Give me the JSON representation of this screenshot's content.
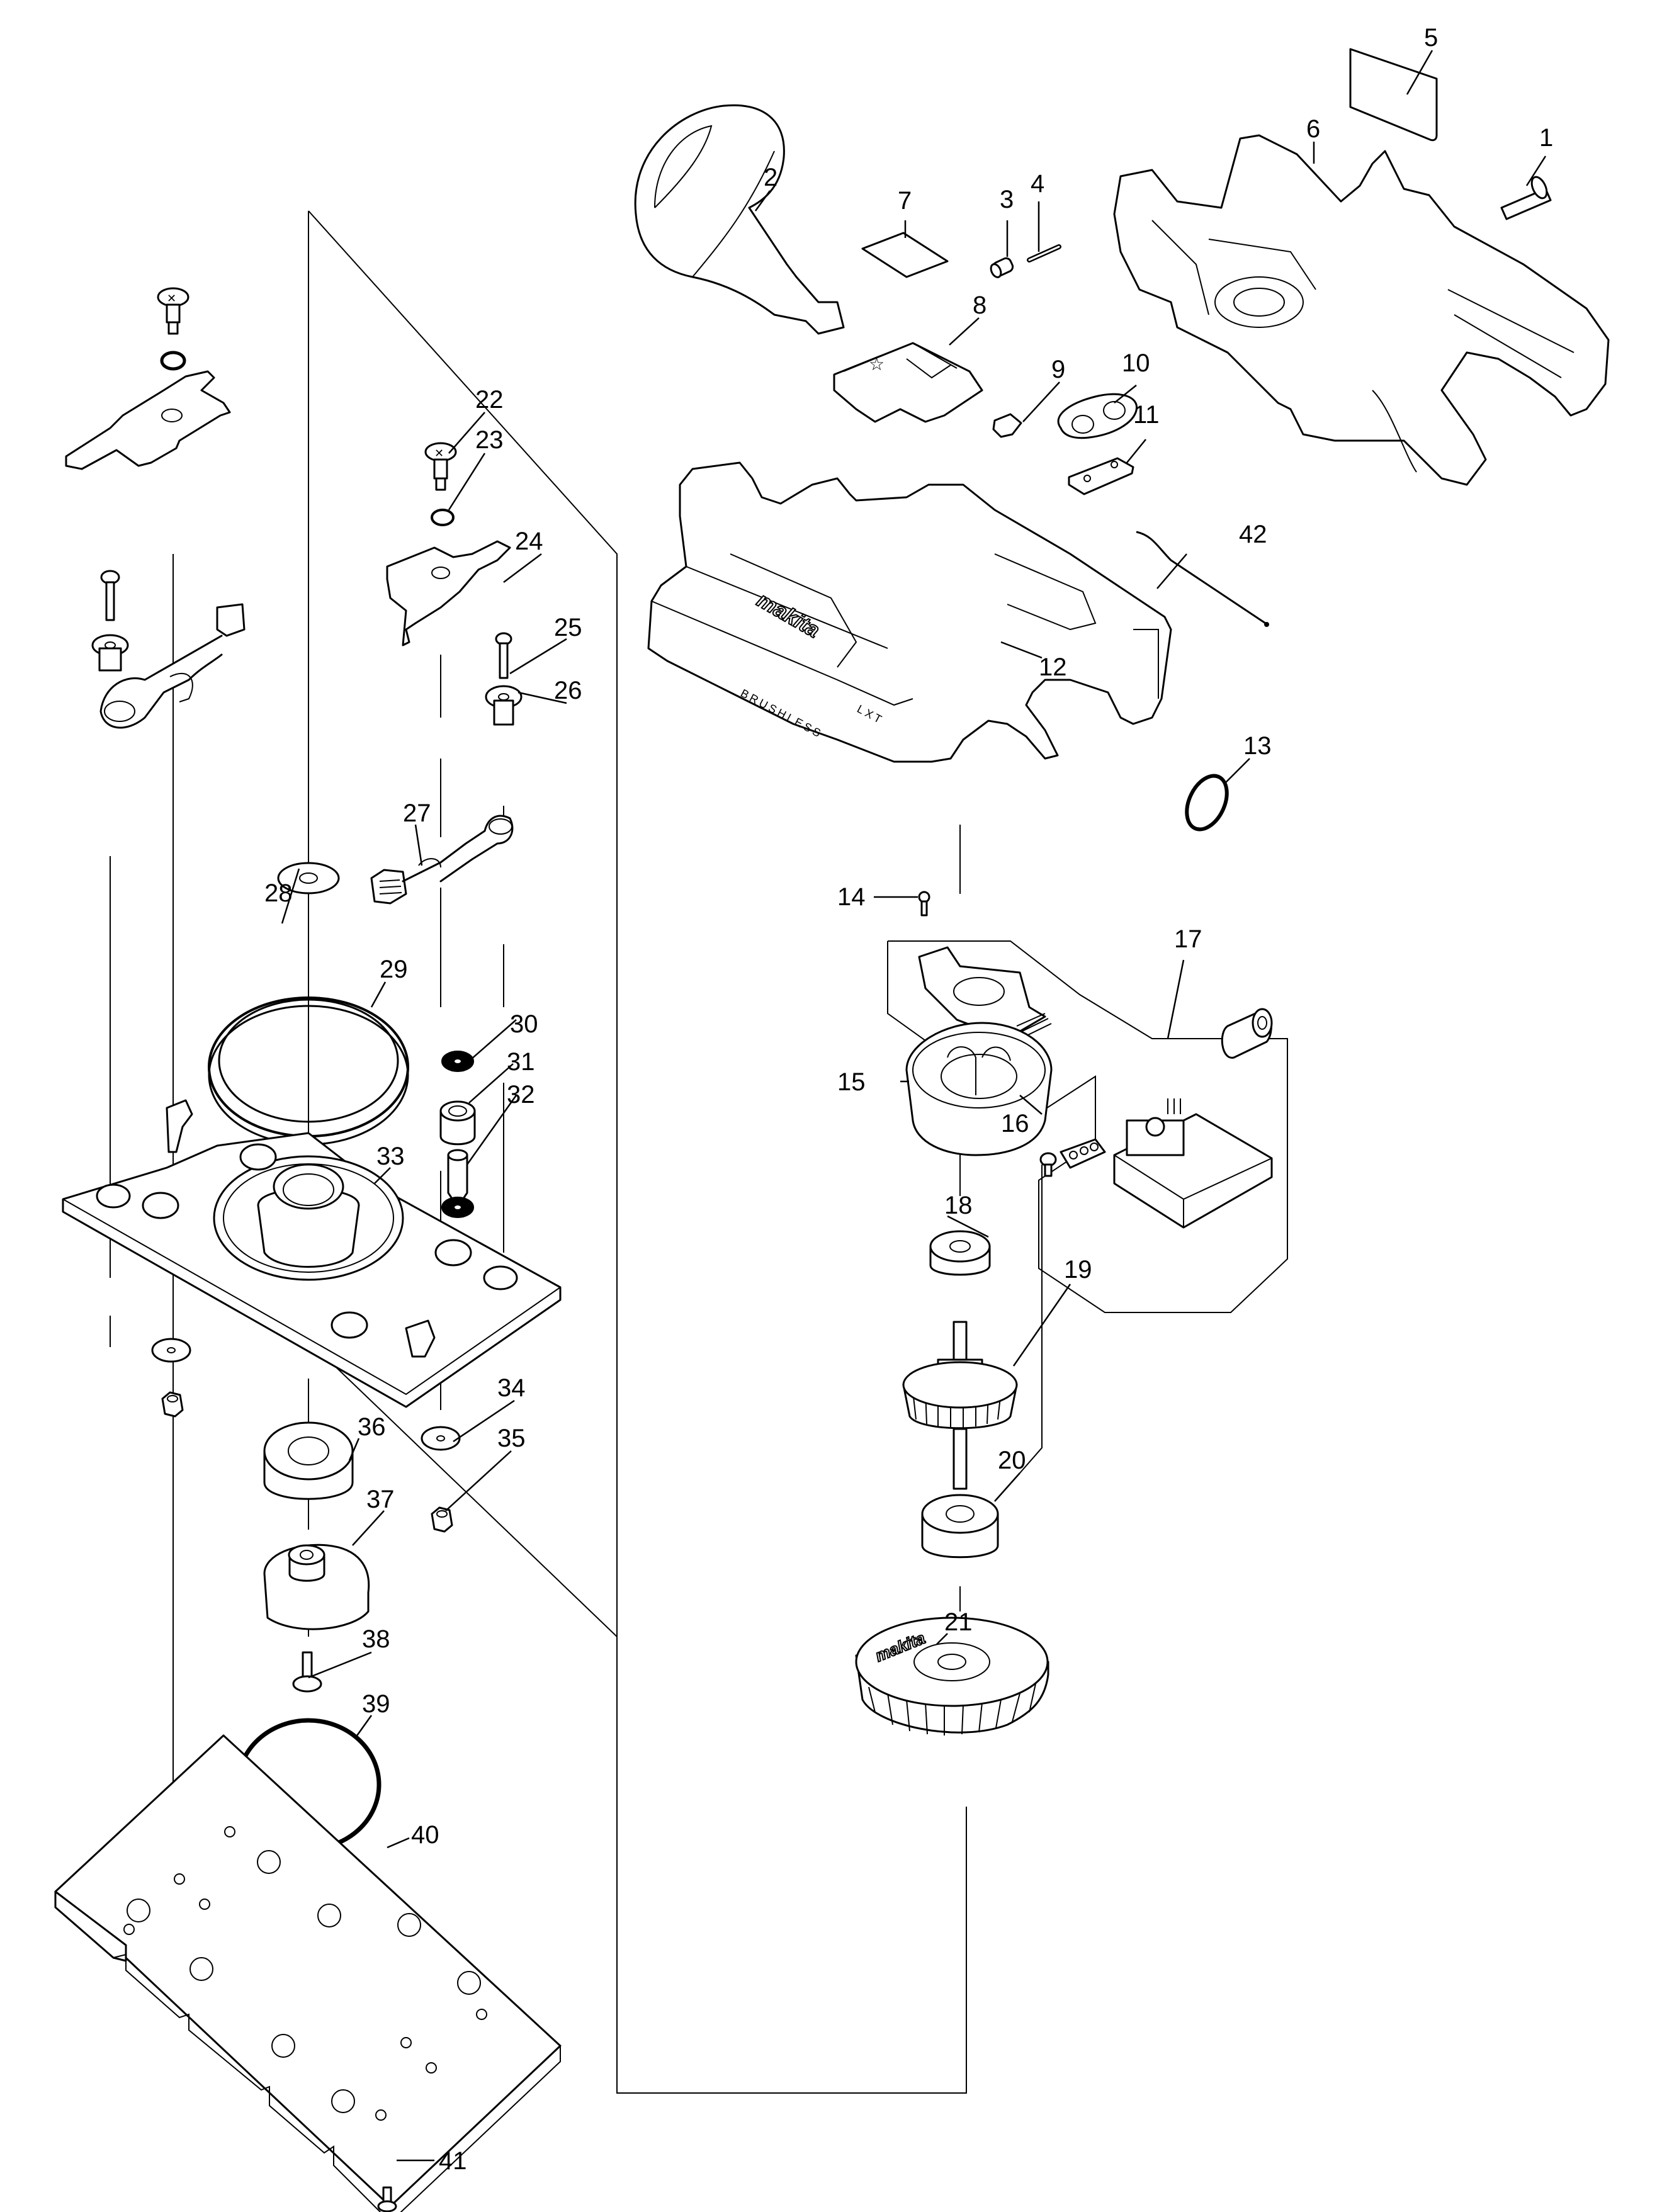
{
  "diagram": {
    "type": "exploded-parts-diagram",
    "brand_marks": {
      "logo_text": "makita",
      "battery_mark": "LXT",
      "motor_text": "BRUSHLESS"
    },
    "callouts": [
      {
        "id": "1",
        "label": "1",
        "part": "tapping-screw"
      },
      {
        "id": "2",
        "label": "2",
        "part": "front-grip-knob"
      },
      {
        "id": "3",
        "label": "3",
        "part": "compression-spring-sleeve"
      },
      {
        "id": "4",
        "label": "4",
        "part": "pin"
      },
      {
        "id": "5",
        "label": "5",
        "part": "name-plate"
      },
      {
        "id": "6",
        "label": "6",
        "part": "housing-set-half"
      },
      {
        "id": "7",
        "label": "7",
        "part": "label-plate"
      },
      {
        "id": "8",
        "label": "8",
        "part": "switch-unit"
      },
      {
        "id": "9",
        "label": "9",
        "part": "lock-button"
      },
      {
        "id": "10",
        "label": "10",
        "part": "switch-cover"
      },
      {
        "id": "11",
        "label": "11",
        "part": "switch-board"
      },
      {
        "id": "12",
        "label": "12",
        "part": "housing-set"
      },
      {
        "id": "13",
        "label": "13",
        "part": "o-ring"
      },
      {
        "id": "14",
        "label": "14",
        "part": "screw"
      },
      {
        "id": "15",
        "label": "15",
        "part": "stator"
      },
      {
        "id": "16",
        "label": "16",
        "part": "pan-head-screw"
      },
      {
        "id": "17",
        "label": "17",
        "part": "controller-assembly"
      },
      {
        "id": "18",
        "label": "18",
        "part": "ball-bearing-upper"
      },
      {
        "id": "19",
        "label": "19",
        "part": "rotor"
      },
      {
        "id": "20",
        "label": "20",
        "part": "ball-bearing-lower"
      },
      {
        "id": "21",
        "label": "21",
        "part": "fan"
      },
      {
        "id": "22",
        "label": "22",
        "part": "shoulder-screw"
      },
      {
        "id": "23",
        "label": "23",
        "part": "o-ring-small"
      },
      {
        "id": "24",
        "label": "24",
        "part": "clamp-plate"
      },
      {
        "id": "25",
        "label": "25",
        "part": "tapping-screw-long"
      },
      {
        "id": "26",
        "label": "26",
        "part": "spacer-collar"
      },
      {
        "id": "27",
        "label": "27",
        "part": "clamp-lever"
      },
      {
        "id": "28",
        "label": "28",
        "part": "flat-washer"
      },
      {
        "id": "29",
        "label": "29",
        "part": "dust-seal-ring"
      },
      {
        "id": "30",
        "label": "30",
        "part": "rubber-washer"
      },
      {
        "id": "31",
        "label": "31",
        "part": "rubber-pin-cap"
      },
      {
        "id": "32",
        "label": "32",
        "part": "rubber-pin"
      },
      {
        "id": "33",
        "label": "33",
        "part": "base-plate"
      },
      {
        "id": "34",
        "label": "34",
        "part": "washer"
      },
      {
        "id": "35",
        "label": "35",
        "part": "hex-nut"
      },
      {
        "id": "36",
        "label": "36",
        "part": "ball-bearing-pad"
      },
      {
        "id": "37",
        "label": "37",
        "part": "balancer"
      },
      {
        "id": "38",
        "label": "38",
        "part": "pan-head-screw-pad"
      },
      {
        "id": "39",
        "label": "39",
        "part": "o-ring-large"
      },
      {
        "id": "40",
        "label": "40",
        "part": "pad"
      },
      {
        "id": "41",
        "label": "41",
        "part": "pad-screw"
      },
      {
        "id": "42",
        "label": "42",
        "part": "lead-wire"
      }
    ]
  }
}
